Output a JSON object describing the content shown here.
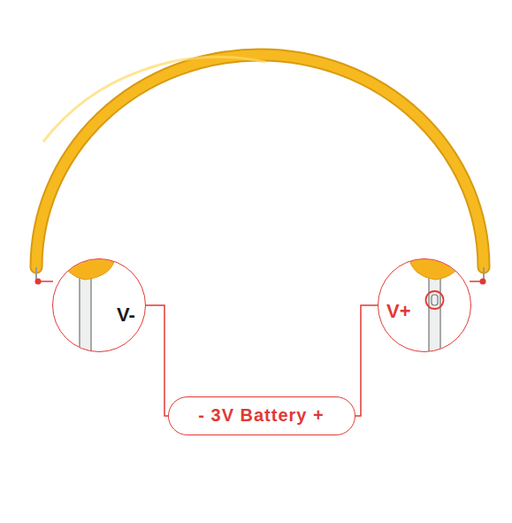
{
  "diagram": {
    "nodes": [
      {
        "text": [
          "V-"
        ]
      },
      {
        "text": [
          "V+"
        ]
      },
      {
        "text": [
          "- 3V Battery +"
        ]
      }
    ],
    "edges": [
      {
        "from": 0,
        "to": 2,
        "arrow": "none"
      },
      {
        "from": 1,
        "to": 2,
        "arrow": "none"
      }
    ]
  }
}
